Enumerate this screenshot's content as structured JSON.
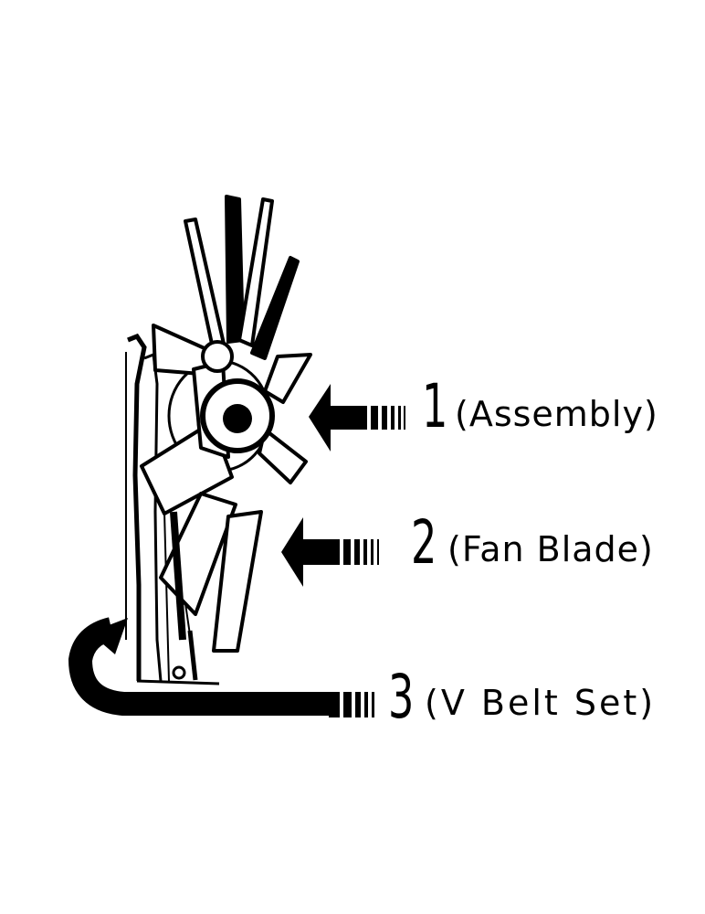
{
  "callouts": [
    {
      "number": "1",
      "label": "(Assembly)"
    },
    {
      "number": "2",
      "label": "(Fan Blade)"
    },
    {
      "number": "3",
      "label": "(V Belt Set)"
    }
  ],
  "colors": {
    "ink": "#000000",
    "paper": "#ffffff"
  }
}
